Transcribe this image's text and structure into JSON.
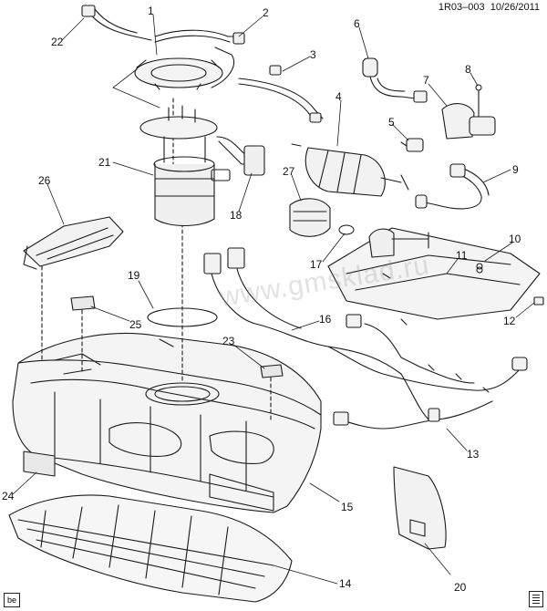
{
  "header": {
    "code": "1R03–003",
    "date": "10/26/2011"
  },
  "watermark": "www.gmsklad.ru",
  "footer": {
    "left_badge": "be",
    "right_badge_icon": "document-icon"
  },
  "callouts": {
    "c1": "1",
    "c2": "2",
    "c3": "3",
    "c4": "4",
    "c5": "5",
    "c6": "6",
    "c7": "7",
    "c8": "8",
    "c9": "9",
    "c10": "10",
    "c11": "11",
    "c12": "12",
    "c13": "13",
    "c14": "14",
    "c15": "15",
    "c16": "16",
    "c17": "17",
    "c18": "18",
    "c19": "19",
    "c20": "20",
    "c21": "21",
    "c22": "22",
    "c23": "23",
    "c24": "24",
    "c25": "25",
    "c26": "26",
    "c27": "27"
  }
}
